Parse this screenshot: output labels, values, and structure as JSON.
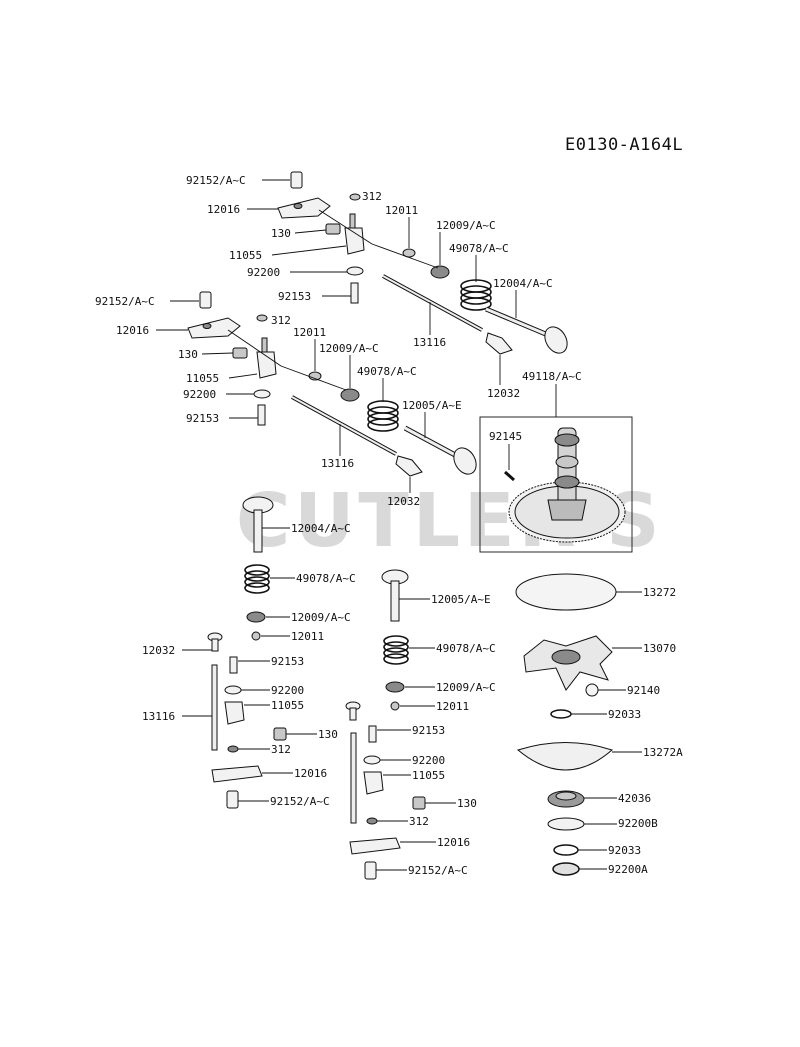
{
  "diagram_code": "E0130-A164L",
  "watermark": "CUTLER'S",
  "labels": {
    "top_a_92152": "92152/A~C",
    "top_a_12016": "12016",
    "top_a_130": "130",
    "top_a_312": "312",
    "top_a_12011": "12011",
    "top_a_12009": "12009/A~C",
    "top_a_49078": "49078/A~C",
    "top_a_11055": "11055",
    "top_a_92200": "92200",
    "top_a_12004": "12004/A~C",
    "top_a_92153": "92153",
    "top_a_13116": "13116",
    "top_a_12032": "12032",
    "top_b_92152": "92152/A~C",
    "top_b_12016": "12016",
    "top_b_312": "312",
    "top_b_12011": "12011",
    "top_b_130": "130",
    "top_b_12009": "12009/A~C",
    "top_b_11055": "11055",
    "top_b_49078": "49078/A~C",
    "top_b_92200": "92200",
    "top_b_92153": "92153",
    "top_b_12005": "12005/A~E",
    "top_b_13116": "13116",
    "top_b_12032": "12032",
    "cam_49118": "49118/A~C",
    "cam_92145": "92145",
    "mid_12004": "12004/A~C",
    "mid_49078": "49078/A~C",
    "mid_12009": "12009/A~C",
    "mid_12011": "12011",
    "mid_12005": "12005/A~E",
    "mid_49078b": "49078/A~C",
    "mid_12009b": "12009/A~C",
    "mid_12011b": "12011",
    "l_12032": "12032",
    "l_92153": "92153",
    "l_92200": "92200",
    "l_13116": "13116",
    "l_11055": "11055",
    "l_130": "130",
    "l_312": "312",
    "l_12016": "12016",
    "l_92152": "92152/A~C",
    "r_92153": "92153",
    "r_92200": "92200",
    "r_11055": "11055",
    "r_130": "130",
    "r_312": "312",
    "r_12016": "12016",
    "r_92152": "92152/A~C",
    "g_13272": "13272",
    "g_13070": "13070",
    "g_92140": "92140",
    "g_92033": "92033",
    "g_13272A": "13272A",
    "g_42036": "42036",
    "g_92200B": "92200B",
    "g_92033b": "92033",
    "g_92200A": "92200A"
  }
}
